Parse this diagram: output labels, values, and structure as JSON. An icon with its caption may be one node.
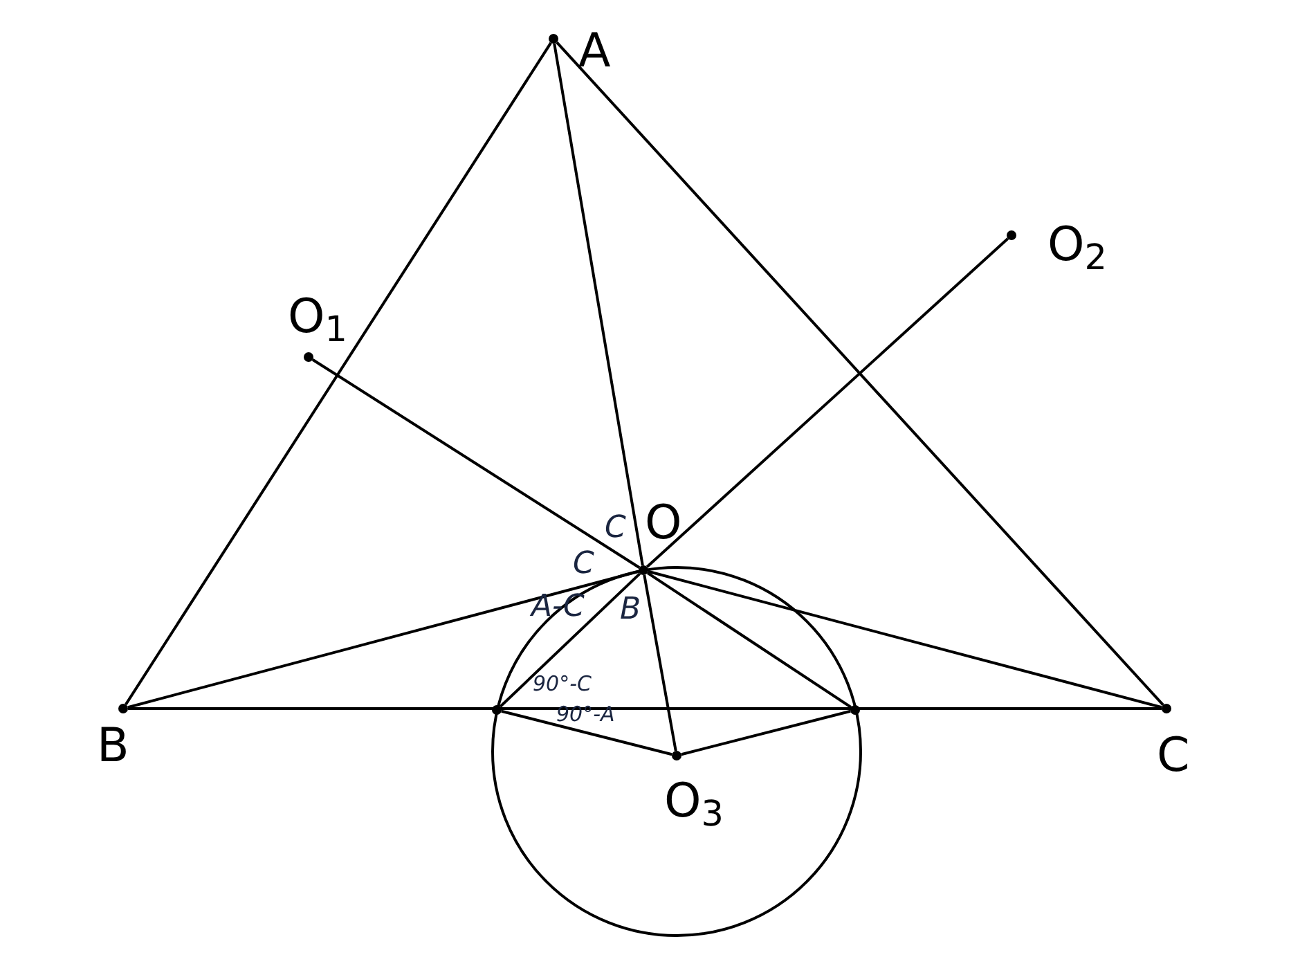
{
  "diagram": {
    "nodes": [
      {
        "text": [
          "A"
        ]
      },
      {
        "text": [
          "B"
        ]
      },
      {
        "text": [
          "C"
        ]
      },
      {
        "text": [
          "O"
        ]
      },
      {
        "text": [
          "O$_{1}$"
        ]
      },
      {
        "text": [
          "O$_{2}$"
        ]
      },
      {
        "text": [
          "O$_{3}$"
        ]
      },
      {
        "text": [],
        "shape": "circle"
      },
      {
        "text": [],
        "shape": "circle"
      }
    ],
    "edges": [
      {
        "from": 0,
        "to": 1,
        "arrow": "none"
      },
      {
        "from": 0,
        "to": 2,
        "arrow": "none"
      },
      {
        "from": 1,
        "to": 2,
        "arrow": "none"
      },
      {
        "from": 0,
        "to": 3,
        "arrow": "none"
      },
      {
        "from": 3,
        "to": 6,
        "arrow": "none"
      },
      {
        "from": 4,
        "to": 3,
        "arrow": "none"
      },
      {
        "from": 3,
        "to": 8,
        "arrow": "none"
      },
      {
        "from": 5,
        "to": 3,
        "arrow": "none"
      },
      {
        "from": 3,
        "to": 7,
        "arrow": "none"
      },
      {
        "from": 1,
        "to": 3,
        "arrow": "none"
      },
      {
        "from": 3,
        "to": 2,
        "arrow": "none"
      },
      {
        "from": 7,
        "to": 6,
        "arrow": "none"
      },
      {
        "from": 6,
        "to": 8,
        "arrow": "none"
      }
    ],
    "labels": [
      "C",
      "C",
      "A-C",
      "B",
      "90°-C",
      "90°-A"
    ]
  }
}
